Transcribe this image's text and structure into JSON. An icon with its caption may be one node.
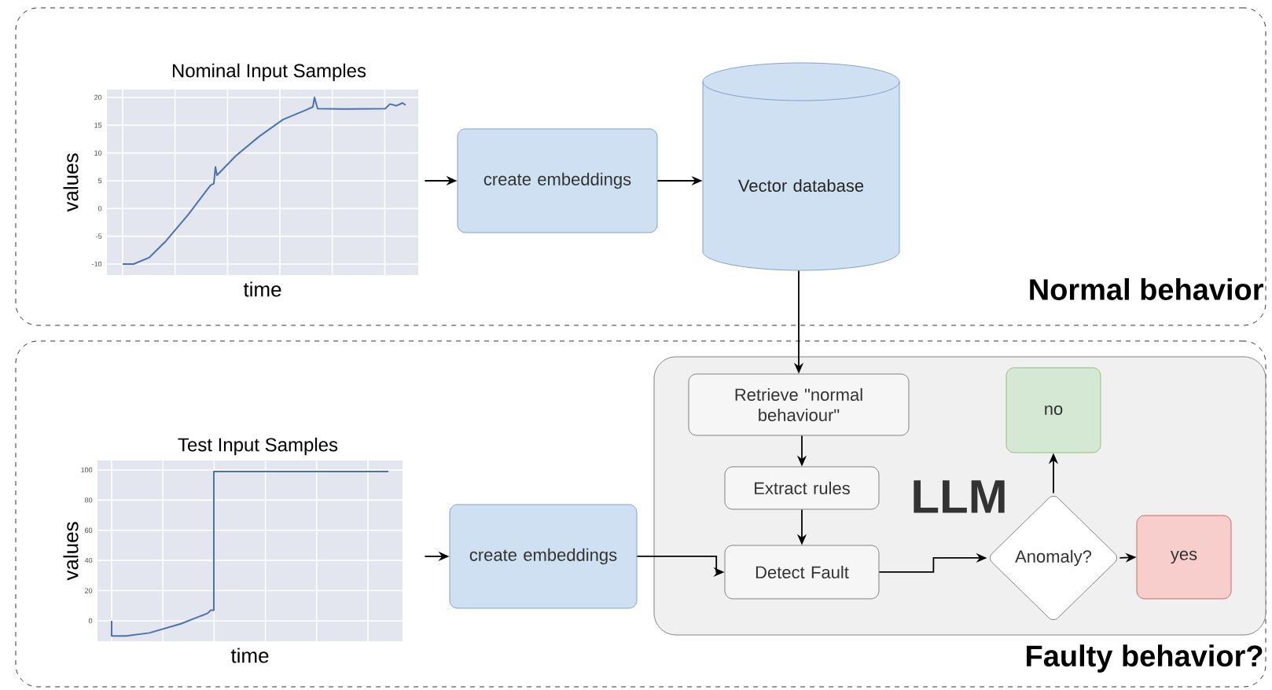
{
  "diagram": {
    "nodes": [
      {
        "text": [
          "Normal behavior"
        ]
      },
      {
        "text": [
          "Nominal Input Samples",
          "values",
          "time"
        ],
        "in": 0,
        "beside": [
          "20",
          "15",
          "10",
          "5",
          "0",
          "-5",
          "-10"
        ]
      },
      {
        "text": [
          "create embeddings"
        ],
        "in": 0
      },
      {
        "text": [
          "Vector database"
        ],
        "in": 0
      },
      {
        "text": [
          "Faulty behavior?"
        ]
      },
      {
        "text": [
          "Test Input Samples",
          "values",
          "time"
        ],
        "in": 4,
        "beside": [
          "100",
          "80",
          "60",
          "40",
          "20",
          "0"
        ]
      },
      {
        "text": [
          "create embeddings"
        ],
        "in": 4
      },
      {
        "text": [
          "LLM"
        ],
        "in": 4
      },
      {
        "text": [
          "Retrieve \"normal behaviour\""
        ],
        "in": 7
      },
      {
        "text": [
          "Extract rules"
        ],
        "in": 7
      },
      {
        "text": [
          "Detect Fault"
        ],
        "in": 7
      },
      {
        "text": [
          "Anomaly?"
        ],
        "in": 7
      },
      {
        "text": [
          "no"
        ],
        "in": 7
      },
      {
        "text": [
          "yes"
        ],
        "in": 7
      }
    ],
    "edges": [
      {
        "from": 1,
        "to": 2,
        "arrow": "to"
      },
      {
        "from": 2,
        "to": 3,
        "arrow": "to"
      },
      {
        "from": 3,
        "to": 8,
        "arrow": "to"
      },
      {
        "from": 8,
        "to": 9,
        "arrow": "to"
      },
      {
        "from": 9,
        "to": 10,
        "arrow": "to"
      },
      {
        "from": 5,
        "to": 6,
        "arrow": "to"
      },
      {
        "from": 6,
        "to": 10,
        "arrow": "to"
      },
      {
        "from": 10,
        "to": 11,
        "arrow": "to"
      },
      {
        "from": 11,
        "to": 12,
        "arrow": "to"
      },
      {
        "from": 11,
        "to": 13,
        "arrow": "to"
      }
    ]
  }
}
